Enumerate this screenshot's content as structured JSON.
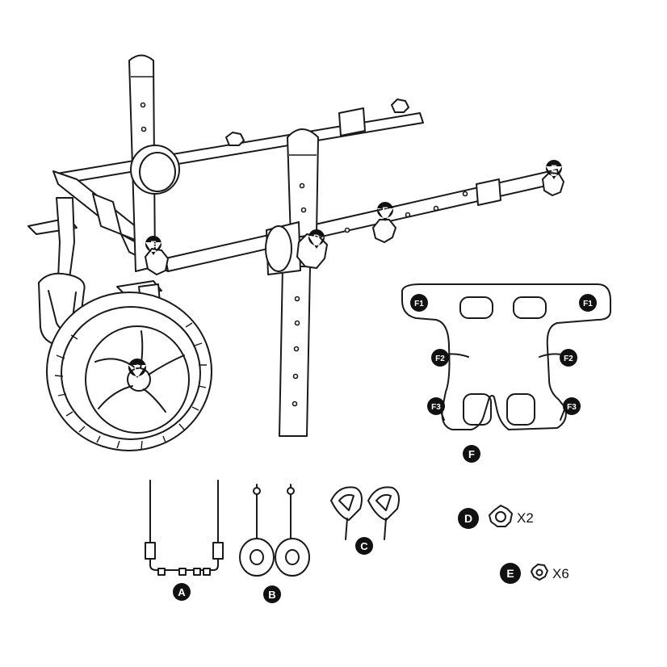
{
  "colors": {
    "line": "#1a1a1a",
    "badge": "#111111",
    "badge_text": "#ffffff",
    "background": "#ffffff"
  },
  "callouts": {
    "frame_E1": "E",
    "frame_E2": "E",
    "frame_E3": "E",
    "frame_D": "D",
    "wheel_C": "C"
  },
  "harness": {
    "label": "F",
    "f1_left": "F1",
    "f1_right": "F1",
    "f2_left": "F2",
    "f2_right": "F2",
    "f3_left": "F3",
    "f3_right": "F3"
  },
  "parts": {
    "A": {
      "label": "A",
      "icon": "u-bracket-icon"
    },
    "B": {
      "label": "B",
      "icon": "wheel-rod-icon"
    },
    "C": {
      "label": "C",
      "icon": "stirrup-icon"
    },
    "D": {
      "label": "D",
      "icon": "large-knob-icon",
      "quantity": "X2"
    },
    "E": {
      "label": "E",
      "icon": "small-knob-icon",
      "quantity": "X6"
    }
  }
}
